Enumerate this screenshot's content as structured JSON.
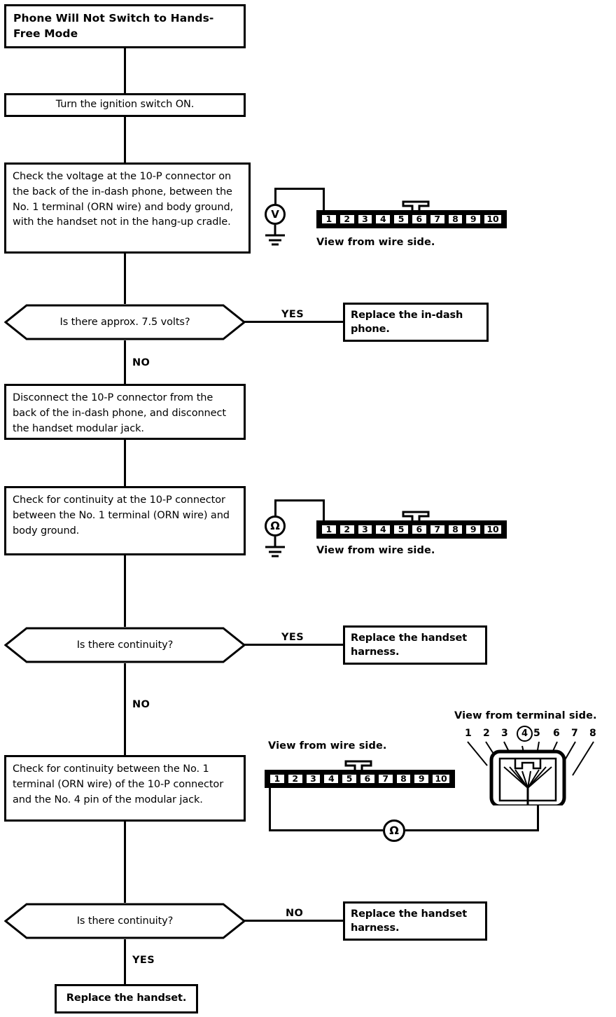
{
  "diagram": {
    "title": "Phone Will Not Switch to Hands-Free Mode",
    "type": "troubleshooting-flowchart"
  },
  "nodes": {
    "title_box": "Phone Will Not Switch to Hands-Free Mode",
    "step_ignition": "Turn the ignition switch ON.",
    "step_check_voltage": "Check the voltage at the 10-P connector on the back of the in-dash phone, between the No. 1 terminal (ORN wire) and body ground, with the handset not in the hang-up cradle.",
    "decision_voltage": "Is there approx. 7.5 volts?",
    "result_replace_phone": "Replace the in-dash phone.",
    "step_disconnect": "Disconnect the 10-P connector from the back of the in-dash phone, and disconnect the handset modular jack.",
    "step_check_continuity_ground": "Check for continuity at the 10-P connector between the No. 1 terminal (ORN wire) and body ground.",
    "decision_continuity_1": "Is there continuity?",
    "result_replace_harness_1": "Replace the handset harness.",
    "step_check_continuity_jack": "Check for continuity between the No. 1 terminal (ORN wire) of the 10-P connector and the No. 4 pin of the modular jack.",
    "decision_continuity_2": "Is there continuity?",
    "result_replace_harness_2": "Replace the handset harness.",
    "result_replace_handset": "Replace the handset."
  },
  "branches": {
    "voltage_yes": "YES",
    "voltage_no": "NO",
    "continuity1_yes": "YES",
    "continuity1_no": "NO",
    "continuity2_no": "NO",
    "continuity2_yes": "YES"
  },
  "figures": {
    "voltmeter": {
      "meter_symbol": "V",
      "caption": "View from wire side.",
      "connector_pins": [
        "1",
        "2",
        "3",
        "4",
        "5",
        "6",
        "7",
        "8",
        "9",
        "10"
      ],
      "probe_pin": "1"
    },
    "ohmmeter_ground": {
      "meter_symbol": "Ω",
      "caption": "View from wire side.",
      "connector_pins": [
        "1",
        "2",
        "3",
        "4",
        "5",
        "6",
        "7",
        "8",
        "9",
        "10"
      ],
      "probe_pin": "1"
    },
    "ohmmeter_jack": {
      "meter_symbol": "Ω",
      "caption_wire_side": "View from wire side.",
      "caption_terminal_side": "View from terminal side.",
      "connector_pins": [
        "1",
        "2",
        "3",
        "4",
        "5",
        "6",
        "7",
        "8",
        "9",
        "10"
      ],
      "jack_pins": [
        "1",
        "2",
        "3",
        "4",
        "5",
        "6",
        "7",
        "8"
      ],
      "highlighted_jack_pin": "4",
      "probe_pin": "1"
    }
  },
  "colors": {
    "ink": "#000000",
    "paper": "#ffffff"
  }
}
